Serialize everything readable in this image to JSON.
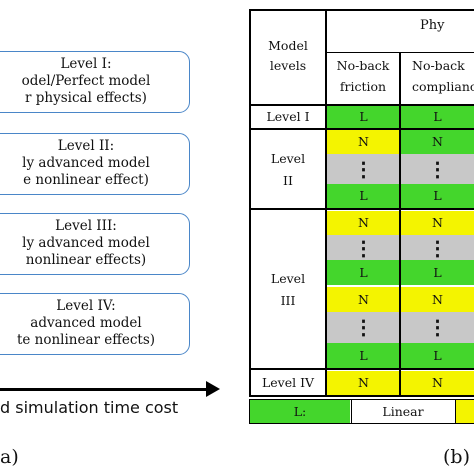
{
  "left_panel": {
    "boxes": [
      {
        "lines": [
          "Level I:",
          "odel/Perfect model",
          "r physical effects)"
        ]
      },
      {
        "lines": [
          "Level II:",
          "ly advanced model",
          "e nonlinear effect)"
        ]
      },
      {
        "lines": [
          "Level III:",
          "ly advanced model",
          "nonlinear effects)"
        ]
      },
      {
        "lines": [
          "Level IV:",
          "advanced model",
          "te nonlinear effects)"
        ]
      }
    ],
    "axis_label": "d simulation time cost",
    "panel_label": "a)"
  },
  "right_panel": {
    "header": {
      "model_levels": [
        "Model",
        "levels"
      ],
      "physical_partial": "Phy",
      "col1": [
        "No-back",
        "friction"
      ],
      "col2": [
        "No-back",
        "complianc"
      ]
    },
    "row_labels": {
      "level1": "Level I",
      "level2": [
        "Level",
        "II"
      ],
      "level3": [
        "Level",
        "III"
      ],
      "level4": "Level IV"
    },
    "cells": {
      "l": "L",
      "n": "N",
      "dots": "⋮"
    },
    "legend": {
      "l_key": "L:",
      "linear": "Linear"
    },
    "panel_label": "(b)",
    "colors": {
      "green": "#44d62c",
      "yellow": "#f4f400",
      "gray": "#c8c8c8",
      "border": "#000000",
      "box_border": "#4a86c8"
    }
  }
}
